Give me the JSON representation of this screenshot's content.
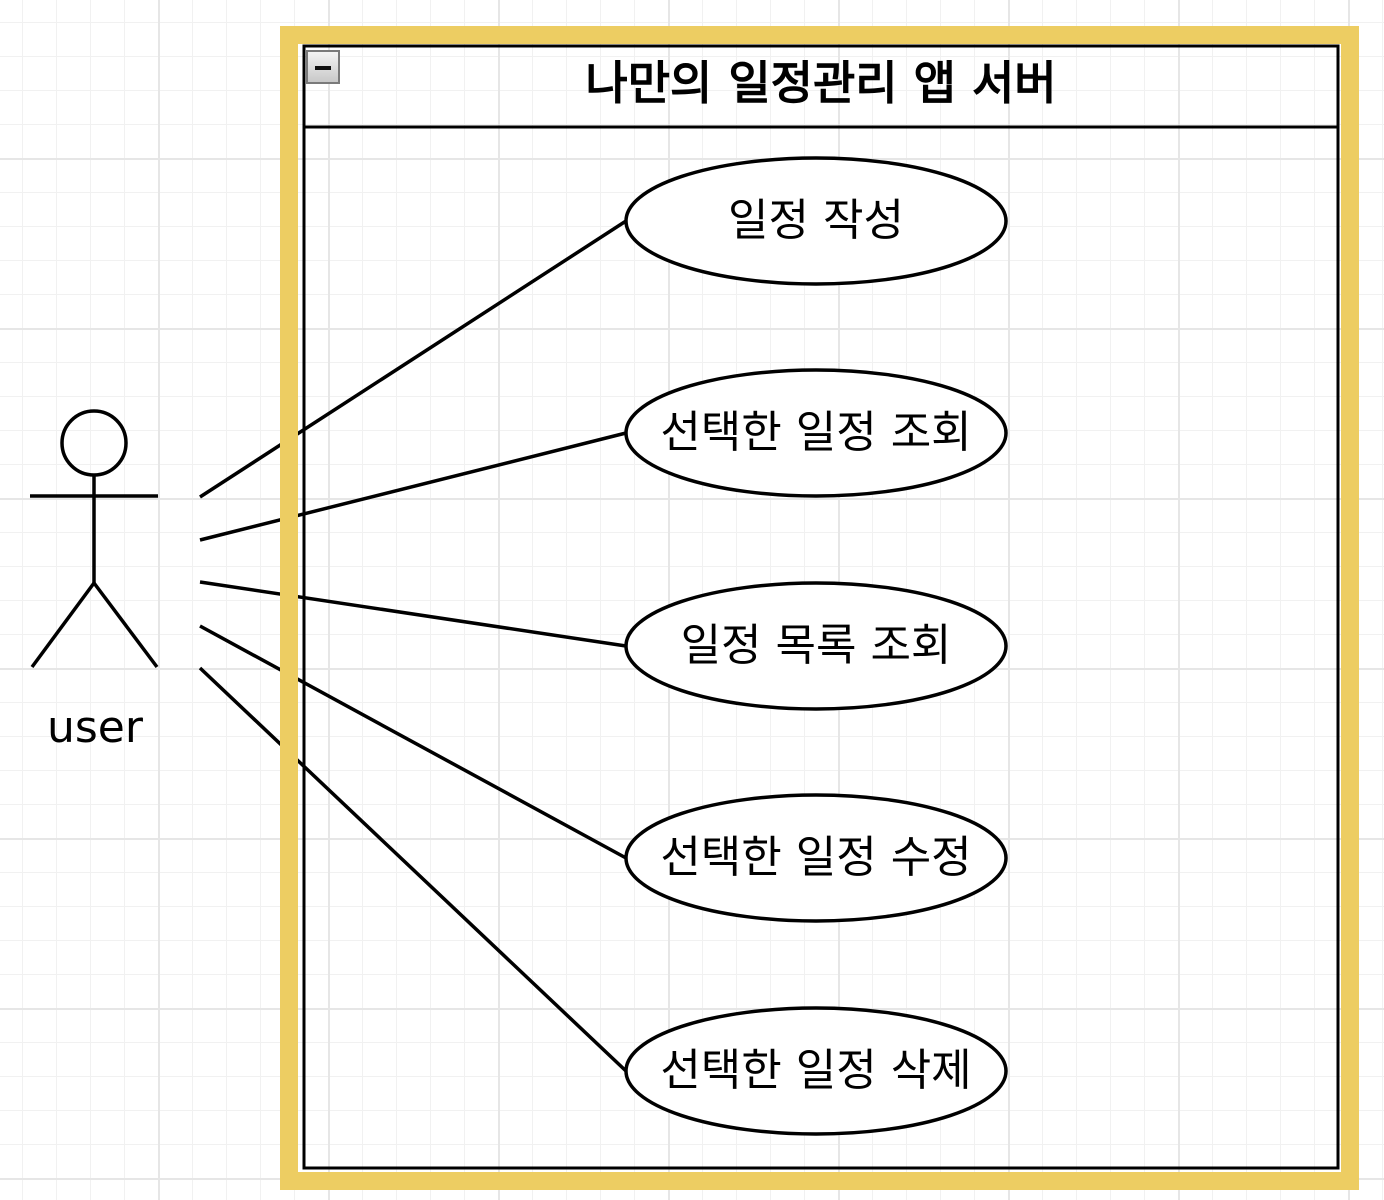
{
  "diagram": {
    "system_title": "나만의 일정관리 앱 서버",
    "actor": {
      "name": "user"
    },
    "use_cases": [
      {
        "label": "일정 작성"
      },
      {
        "label": "선택한 일정 조회"
      },
      {
        "label": "일정 목록 조회"
      },
      {
        "label": "선택한 일정 수정"
      },
      {
        "label": "선택한 일정 삭제"
      }
    ],
    "colors": {
      "highlight_frame": "#edcd62",
      "stroke": "#000000",
      "grid": "#e6e6e6",
      "background": "#ffffff"
    },
    "icons": {
      "collapse": "minus-icon"
    }
  }
}
